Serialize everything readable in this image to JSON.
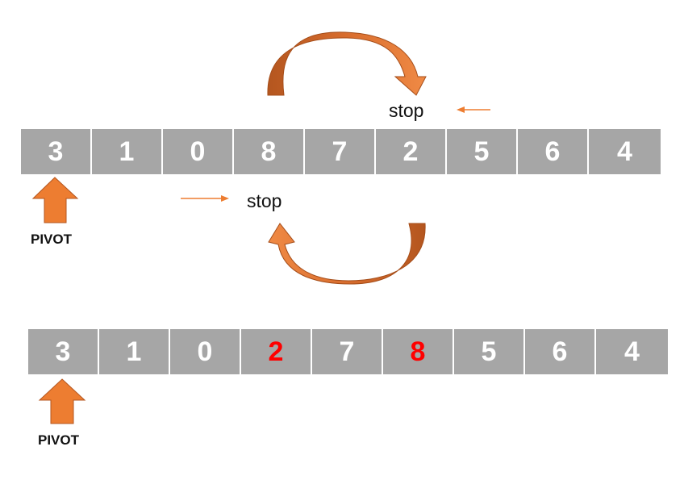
{
  "rows": {
    "top": {
      "values": [
        "3",
        "1",
        "0",
        "8",
        "7",
        "2",
        "5",
        "6",
        "4"
      ],
      "highlight": []
    },
    "bottom": {
      "values": [
        "3",
        "1",
        "0",
        "2",
        "7",
        "8",
        "5",
        "6",
        "4"
      ],
      "highlight": [
        3,
        5
      ]
    }
  },
  "labels": {
    "stop_right": "stop",
    "stop_left": "stop",
    "pivot_top": "PIVOT",
    "pivot_bottom": "PIVOT"
  },
  "colors": {
    "cell": "#a6a6a6",
    "arrow_orange": "#ed7d31",
    "arrow_dark": "#c0622a",
    "highlight_text": "#ff0000"
  }
}
